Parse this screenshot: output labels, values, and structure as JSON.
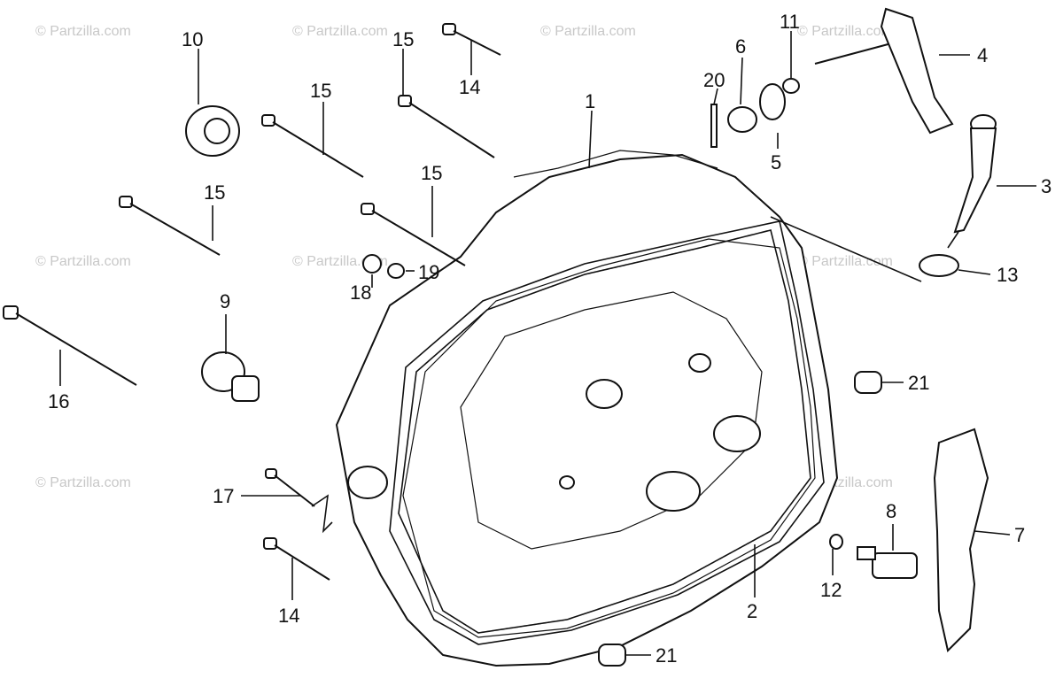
{
  "watermark": "© Partzilla.com",
  "labels": {
    "p1": "1",
    "p2": "2",
    "p3": "3",
    "p4": "4",
    "p5": "5",
    "p6": "6",
    "p7": "7",
    "p8": "8",
    "p9": "9",
    "p10": "10",
    "p11": "11",
    "p12": "12",
    "p13": "13",
    "p14a": "14",
    "p14b": "14",
    "p15a": "15",
    "p15b": "15",
    "p15c": "15",
    "p15d": "15",
    "p16": "16",
    "p17": "17",
    "p18": "18",
    "p19": "19",
    "p20": "20",
    "p21a": "21",
    "p21b": "21"
  }
}
